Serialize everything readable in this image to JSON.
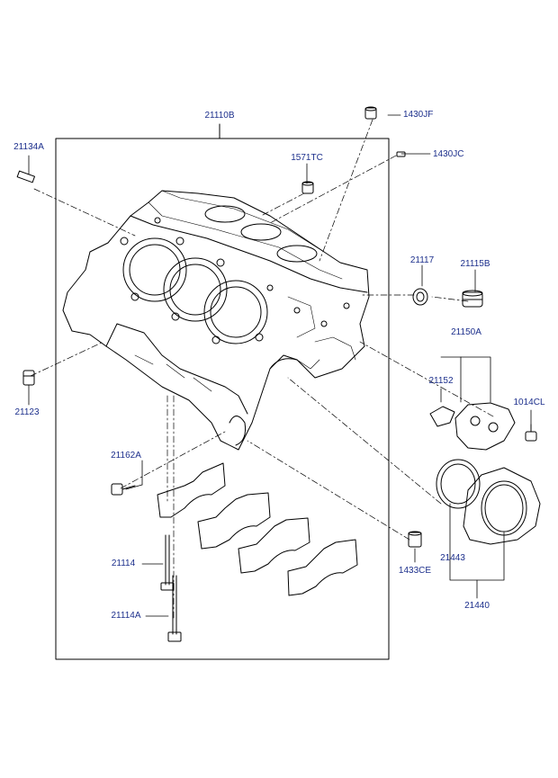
{
  "colors": {
    "label": "#1c2f8c",
    "line": "#000000",
    "background": "#ffffff"
  },
  "labels": {
    "p21110B": "21110B",
    "p21134A": "21134A",
    "p1571TC": "1571TC",
    "p1430JF": "1430JF",
    "p1430JC": "1430JC",
    "p21117": "21117",
    "p21115B": "21115B",
    "p21150A": "21150A",
    "p21152": "21152",
    "p1014CL": "1014CL",
    "p21123": "21123",
    "p21162A": "21162A",
    "p21114": "21114",
    "p21114A": "21114A",
    "p1433CE": "1433CE",
    "p21443": "21443",
    "p21440": "21440"
  },
  "icons": {
    "block": "engine-block-icon",
    "caps": "main-bearing-cap-icon",
    "seal": "rear-oil-seal-icon",
    "housing": "seal-housing-icon"
  }
}
